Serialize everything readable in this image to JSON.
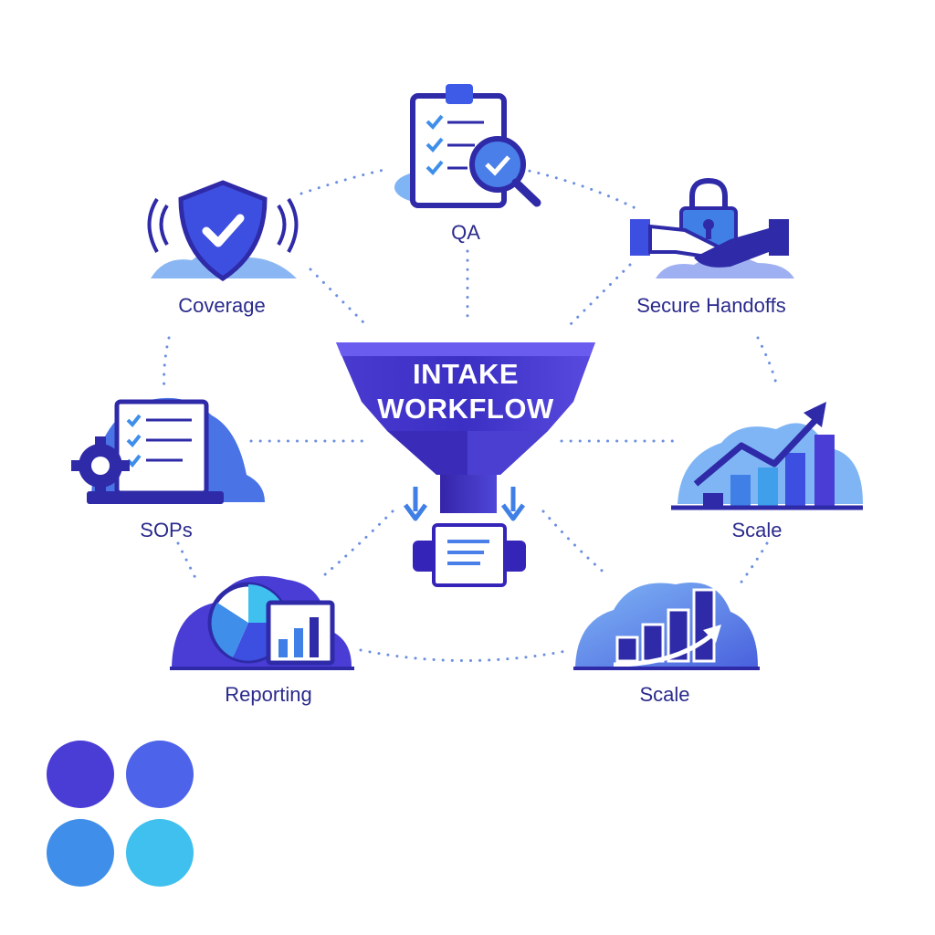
{
  "center": {
    "title_line1": "INTAKE",
    "title_line2": "WORKFLOW"
  },
  "nodes": [
    {
      "id": "qa",
      "label": "QA",
      "icon": "clipboard-check-magnifier-icon"
    },
    {
      "id": "coverage",
      "label": "Coverage",
      "icon": "shield-check-icon"
    },
    {
      "id": "secure-handoffs",
      "label": "Secure Handoffs",
      "icon": "lock-handshake-icon"
    },
    {
      "id": "sops",
      "label": "SOPs",
      "icon": "checklist-gear-icon"
    },
    {
      "id": "scale-right",
      "label": "Scale",
      "icon": "growth-chart-icon"
    },
    {
      "id": "reporting",
      "label": "Reporting",
      "icon": "pie-bar-chart-icon"
    },
    {
      "id": "scale-bottom",
      "label": "Scale",
      "icon": "bar-chart-arrow-icon"
    }
  ],
  "palette": {
    "swatches": [
      "#4a3dd6",
      "#4d64ea",
      "#3f8fea",
      "#3fc0ef"
    ]
  }
}
